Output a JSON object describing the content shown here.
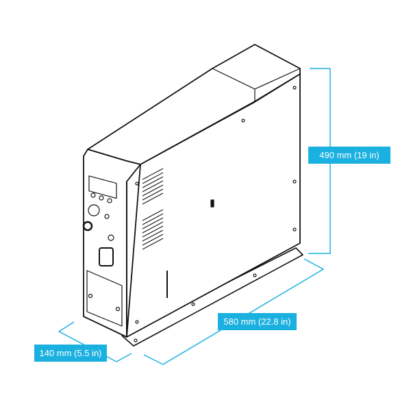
{
  "colors": {
    "accent": "#1ab0e0",
    "outline": "#111111"
  },
  "dimensions": {
    "height": "490 mm (19 in)",
    "length": "580 mm (22.8 in)",
    "depth": "140 mm (5.5 in)"
  }
}
